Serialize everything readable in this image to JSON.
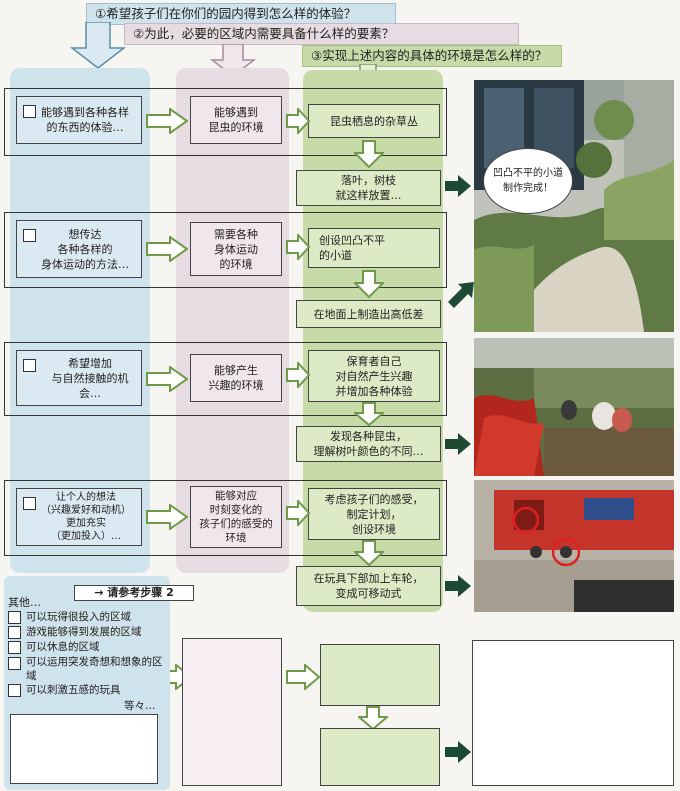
{
  "questions": {
    "q1": "①希望孩子们在你们的园内得到怎么样的体验？",
    "q2": "②为此，必要的区域内需要具备什么样的要素？",
    "q3": "③实现上述内容的具体的环境是怎么样的？"
  },
  "rows": [
    {
      "experience": [
        "能够遇到各种各样",
        "的东西的体验…"
      ],
      "need": [
        "能够遇到",
        "昆虫的环境"
      ],
      "env_top": [
        "昆虫栖息的杂草丛"
      ],
      "env_bottom": [
        "落叶，树枝",
        "就这样放置…"
      ]
    },
    {
      "experience": [
        "想传达",
        "各种各样的",
        "身体运动的方法…"
      ],
      "need": [
        "需要各种",
        "身体运动",
        "的环境"
      ],
      "env_top": [
        "创设凹凸不平",
        "的小道"
      ],
      "env_bottom": [
        "在地面上制造出高低差"
      ]
    },
    {
      "experience": [
        "希望增加",
        "与自然接触的机会…"
      ],
      "need": [
        "能够产生",
        "兴趣的环境"
      ],
      "env_top": [
        "保育者自己",
        "对自然产生兴趣",
        "并增加各种体验"
      ],
      "env_bottom": [
        "发现各种昆虫，",
        "理解树叶颜色的不同…"
      ]
    },
    {
      "experience": [
        "让个人的想法",
        "（兴趣爱好和动机）",
        "更加充实",
        "（更加投入）…"
      ],
      "need": [
        "能够对应",
        "时刻变化的",
        "孩子们的感受的",
        "环境"
      ],
      "env_top": [
        "考虑孩子们的感受，",
        "制定计划，",
        "创设环境"
      ],
      "env_bottom": [
        "在玩具下部加上车轮，",
        "变成可移动式"
      ]
    }
  ],
  "photo_bubble": [
    "凹凸不平的小道",
    "制作完成！"
  ],
  "others": {
    "title": "其他…",
    "step_ref": "→ 请参考步骤 2",
    "items": [
      "可以玩得很投入的区域",
      "游戏能够得到发展的区域",
      "可以休息的区域",
      "可以运用突发奇想和想象的区域",
      "可以刺激五感的玩具"
    ],
    "etc": "等々…"
  },
  "colors": {
    "blue": "#cfe3ec",
    "pink": "#e6dce1",
    "green": "#c7dba8",
    "dark_arrow": "#1d4a33"
  }
}
